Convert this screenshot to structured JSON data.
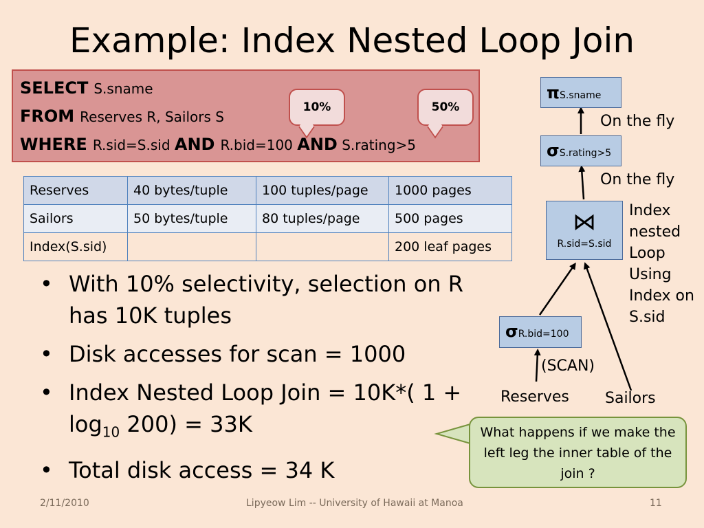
{
  "title": "Example: Index Nested Loop Join",
  "sql": {
    "select_kw": "SELECT",
    "select_val": "S.sname",
    "from_kw": "FROM",
    "from_val": "Reserves R, Sailors S",
    "where_kw": "WHERE",
    "where_val1": "R.sid=S.sid",
    "and_kw": "AND",
    "where_val2": "R.bid=100",
    "where_val3": "S.rating>5",
    "callout_left": "10%",
    "callout_right": "50%"
  },
  "table": [
    [
      "Reserves",
      "40 bytes/tuple",
      "100 tuples/page",
      "1000 pages"
    ],
    [
      "Sailors",
      "50 bytes/tuple",
      "80 tuples/page",
      "500 pages"
    ],
    [
      "Index(S.sid)",
      "",
      "",
      "200 leaf pages"
    ]
  ],
  "bullets": {
    "b1": "With 10% selectivity, selection on R has  10K tuples",
    "b2": "Disk accesses for scan = 1000",
    "b3_pre": "Index Nested Loop Join = 10K*( 1 + log",
    "b3_sub": "10",
    "b3_post": " 200)  = 33K",
    "b4": "Total disk access = 34 K"
  },
  "plan": {
    "project_sym": "π",
    "project_sub": "S.sname",
    "select_sym": "σ",
    "select_sub": "S.rating>5",
    "join_sym": "⋈",
    "join_sub": "R.sid=S.sid",
    "sel_r_sym": "σ",
    "sel_r_sub": "R.bid=100",
    "on_the_fly_1": "On the fly",
    "on_the_fly_2": "On the fly",
    "join_note": [
      "Index",
      "nested",
      "Loop",
      "Using",
      "Index on",
      "S.sid"
    ],
    "scan_label": "(SCAN)",
    "reserves": "Reserves",
    "sailors": "Sailors"
  },
  "note": "What happens if we make the left leg the inner table of the join ?",
  "footer": {
    "date": "2/11/2010",
    "author": "Lipyeow Lim -- University of Hawaii at Manoa",
    "page": "11"
  }
}
